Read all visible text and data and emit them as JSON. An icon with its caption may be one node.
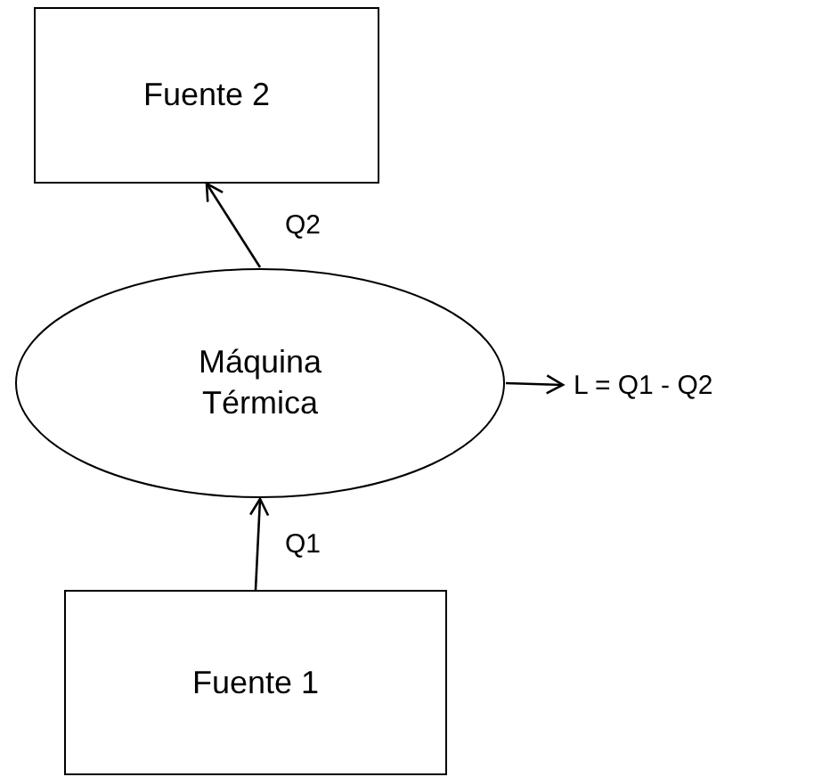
{
  "diagram": {
    "nodes": [
      {
        "text": [
          "Fuente 2"
        ]
      },
      {
        "text": [
          "Máquina Térmica"
        ]
      },
      {
        "text": [
          "Fuente 1"
        ]
      },
      {
        "text": [
          "L = Q1 - Q2"
        ]
      }
    ],
    "edges": [
      {
        "from": 1,
        "to": 0,
        "arrow": "to",
        "label": "Q2"
      },
      {
        "from": 2,
        "to": 1,
        "arrow": "to",
        "label": "Q1"
      },
      {
        "from": 1,
        "to": 3,
        "arrow": "to"
      }
    ]
  }
}
